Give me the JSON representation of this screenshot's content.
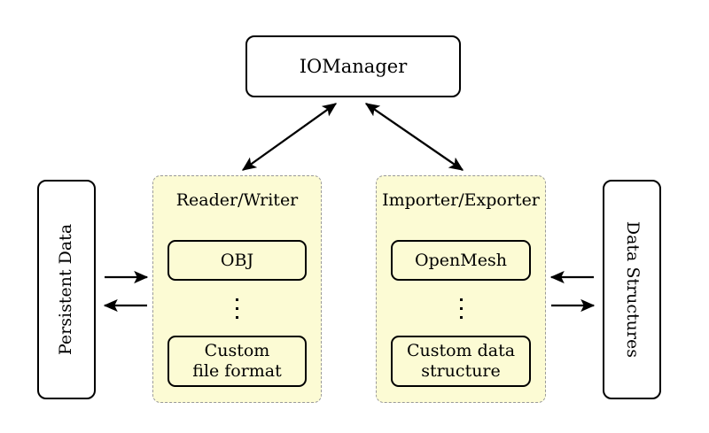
{
  "diagram": {
    "title_node": {
      "label": "IOManager"
    },
    "left_store": {
      "label": "Persistent Data"
    },
    "right_store": {
      "label": "Data Structures"
    },
    "groups": [
      {
        "id": "reader-writer",
        "title": "Reader/Writer",
        "top_item": "OBJ",
        "ellipsis": "⋮",
        "bottom_item_line1": "Custom",
        "bottom_item_line2": "file format"
      },
      {
        "id": "importer-exporter",
        "title": "Importer/Exporter",
        "top_item": "OpenMesh",
        "ellipsis": "⋮",
        "bottom_item_line1": "Custom data",
        "bottom_item_line2": "structure"
      }
    ],
    "arrows": [
      {
        "name": "iomanager-to-reader-writer",
        "kind": "double-headed-diagonal"
      },
      {
        "name": "iomanager-to-importer-exporter",
        "kind": "double-headed-diagonal"
      },
      {
        "name": "persistent-data-to-reader-writer",
        "kind": "single-headed-right"
      },
      {
        "name": "reader-writer-to-persistent-data",
        "kind": "single-headed-left"
      },
      {
        "name": "data-structures-to-importer-exporter",
        "kind": "single-headed-left"
      },
      {
        "name": "importer-exporter-to-data-structures",
        "kind": "single-headed-right"
      }
    ],
    "colors": {
      "group_fill": "#fcfbd4",
      "group_border": "#9a9a9a",
      "node_border": "#000000",
      "background": "#ffffff",
      "text": "#000000"
    }
  }
}
